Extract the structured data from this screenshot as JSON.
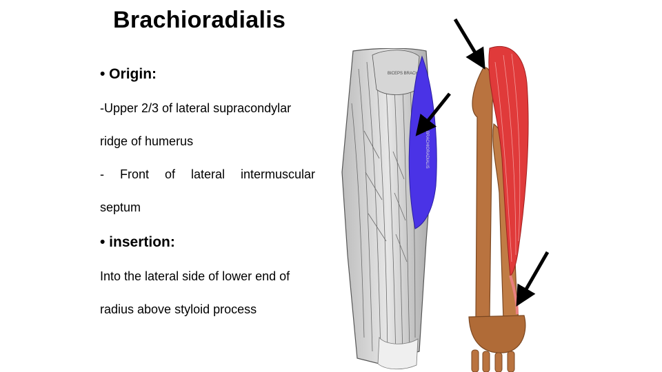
{
  "slide": {
    "title": "Brachioradialis",
    "origin_heading": "• Origin:",
    "origin_lines": [
      "-Upper 2/3 of lateral supracondylar",
      "ridge of humerus",
      "- Front of lateral intermuscular",
      "septum"
    ],
    "insertion_heading": "• insertion:",
    "insertion_lines": [
      "Into the lateral side of lower end of",
      "radius above styloid process"
    ]
  },
  "illustrations": {
    "muscle_figure_labels": [
      "BICEPS BRACHII",
      "BRACHIORADIALIS"
    ],
    "colors": {
      "highlight_muscle": "#4a33e6",
      "brachioradialis_red": "#e03a3a",
      "bone": "#b9733f",
      "arrow": "#000000"
    }
  }
}
